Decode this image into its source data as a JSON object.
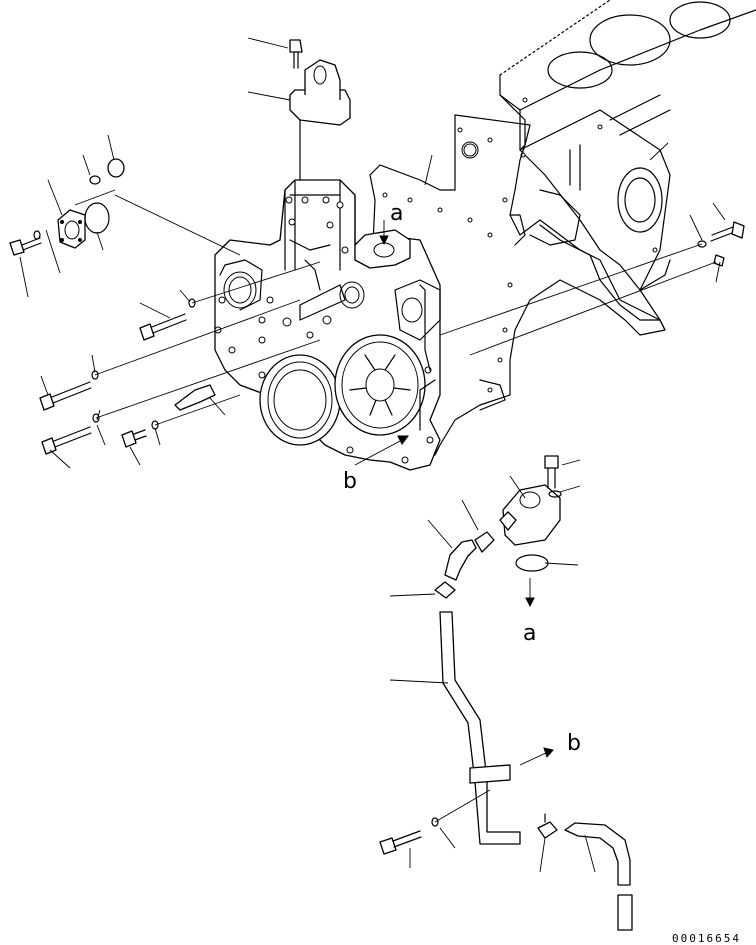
{
  "diagram": {
    "callouts": {
      "a_top": "a",
      "b_top": "b",
      "a_bottom": "a",
      "b_bottom": "b"
    },
    "part_number": "00016654"
  }
}
